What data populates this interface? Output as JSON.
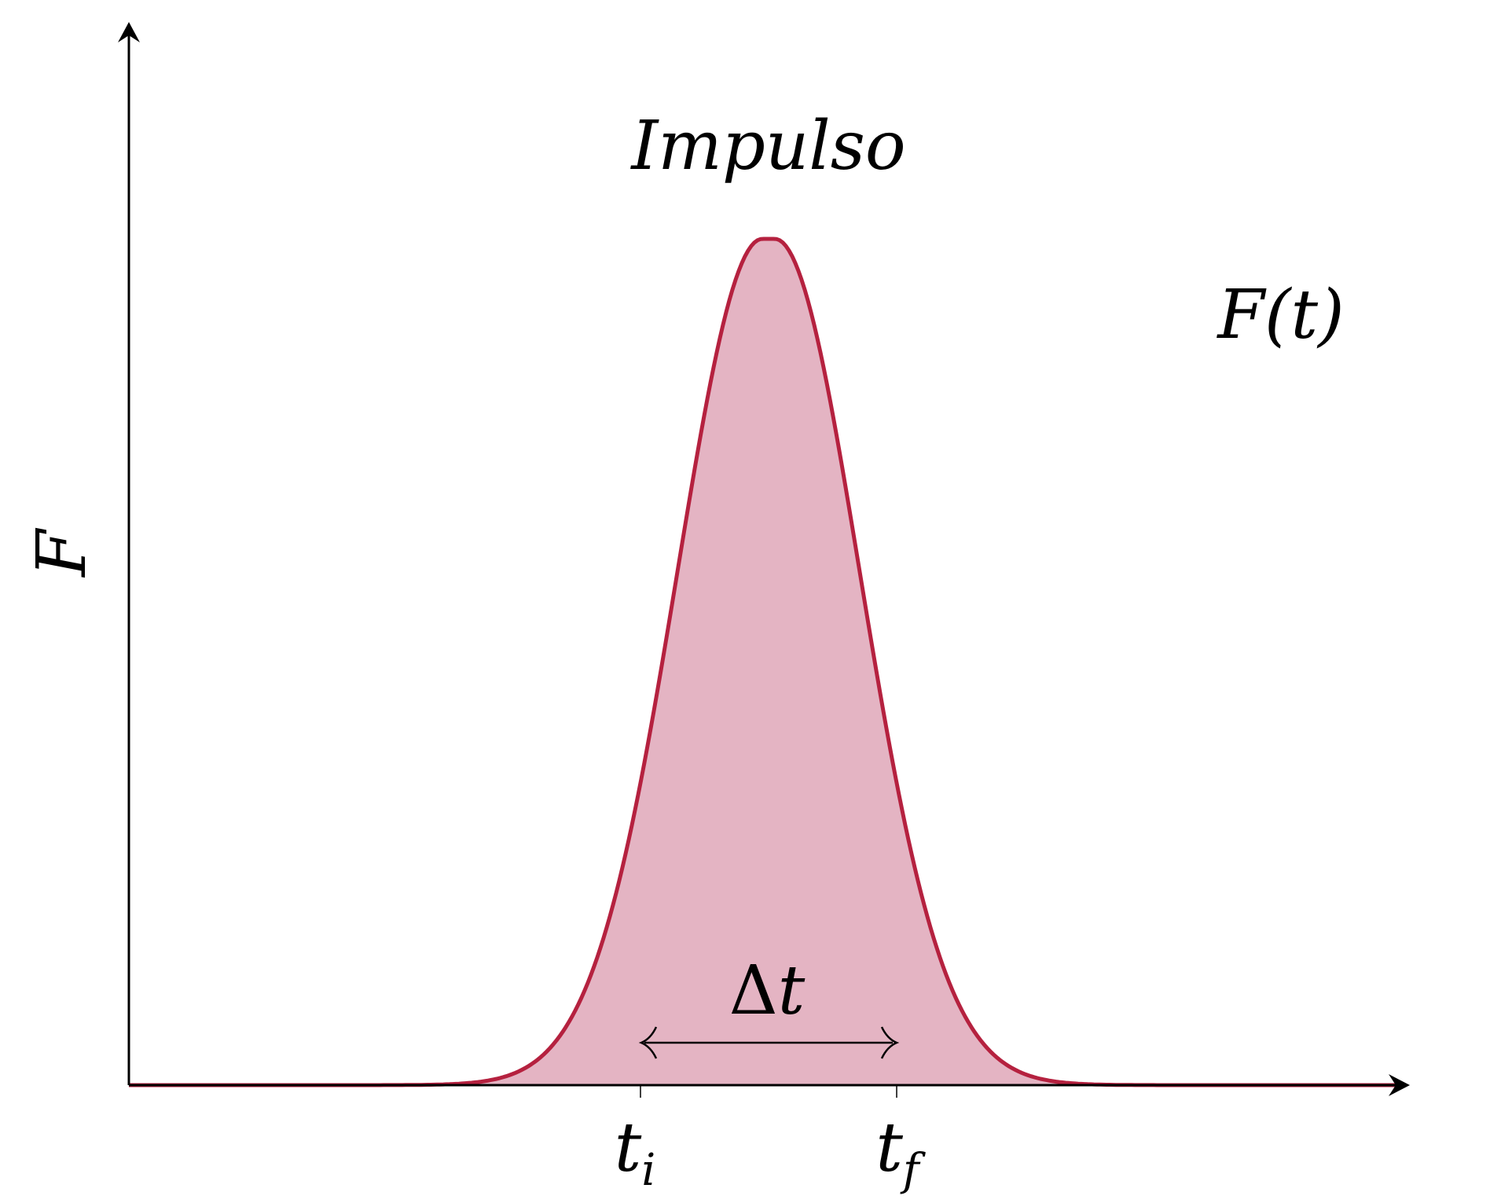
{
  "diagram": {
    "title": "Impulso",
    "y_axis_label": "F",
    "curve_label": "F(t)",
    "start_tick": {
      "base": "t",
      "sub": "i"
    },
    "end_tick": {
      "base": "t",
      "sub": "f"
    },
    "interval_label": {
      "delta": "Δ",
      "var": "t"
    },
    "colors": {
      "curve": "#b5213f",
      "fill": "#e4b4c3",
      "axis": "#000000"
    }
  }
}
